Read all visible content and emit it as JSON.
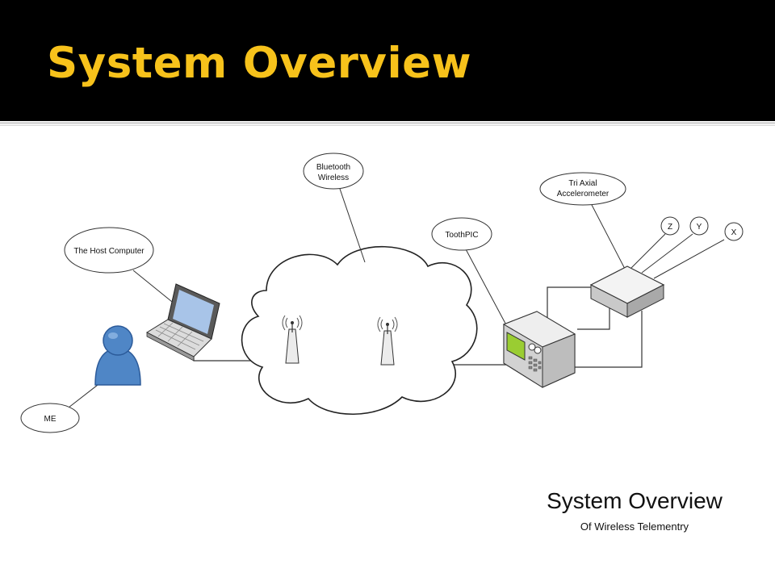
{
  "slide": {
    "title": "System Overview"
  },
  "diagram": {
    "labels": {
      "bluetooth_line1": "Bluetooth",
      "bluetooth_line2": "Wireless",
      "host": "The Host Computer",
      "toothpic": "ToothPIC",
      "accel_line1": "Tri Axial",
      "accel_line2": "Accelerometer",
      "me": "ME",
      "axis_z": "Z",
      "axis_y": "Y",
      "axis_x": "X"
    },
    "caption": {
      "title": "System Overview",
      "subtitle": "Of Wireless Telementry"
    },
    "colors": {
      "title": "#f7c21b",
      "person": "#4f86c6",
      "screen_laptop": "#a8c4e8",
      "screen_device": "#9acd32"
    }
  }
}
